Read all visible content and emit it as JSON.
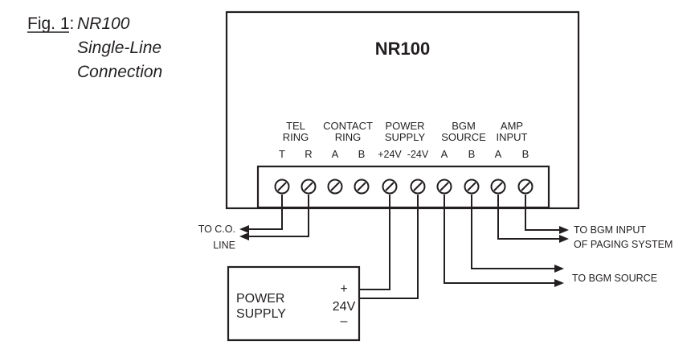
{
  "figure": {
    "label": "Fig. 1:",
    "title_lines": [
      "NR100",
      "Single-Line",
      "Connection"
    ]
  },
  "device": {
    "name": "NR100",
    "groups": [
      {
        "lines": [
          "TEL",
          "RING"
        ],
        "pins": [
          "T",
          "R"
        ]
      },
      {
        "lines": [
          "CONTACT",
          "RING"
        ],
        "pins": [
          "A",
          "B"
        ]
      },
      {
        "lines": [
          "POWER",
          "SUPPLY"
        ],
        "pins": [
          "+24V",
          "-24V"
        ]
      },
      {
        "lines": [
          "BGM",
          "SOURCE"
        ],
        "pins": [
          "A",
          "B"
        ]
      },
      {
        "lines": [
          "AMP",
          "INPUT"
        ],
        "pins": [
          "A",
          "B"
        ]
      }
    ]
  },
  "connections": {
    "co_line": [
      "TO C.O.",
      "LINE"
    ],
    "paging_input": [
      "TO BGM INPUT",
      "OF PAGING SYSTEM"
    ],
    "bgm_source": "TO BGM SOURCE"
  },
  "power_supply": {
    "label_lines": [
      "POWER",
      "SUPPLY"
    ],
    "plus": "+",
    "voltage": "24V",
    "minus": "–"
  }
}
